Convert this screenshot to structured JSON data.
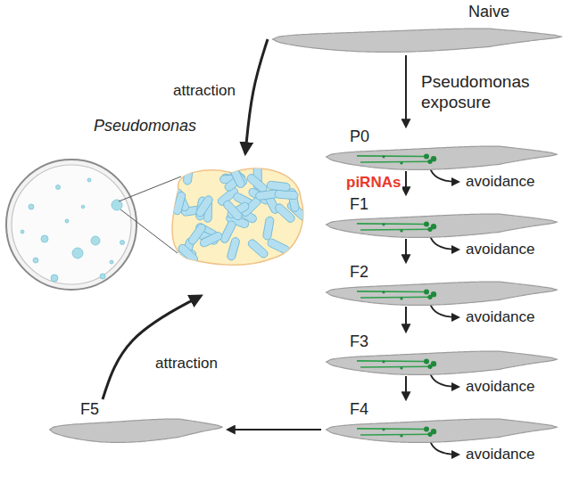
{
  "diagram": {
    "nodes": [
      {
        "text": [
          "Naive"
        ]
      },
      {
        "text": [
          "Pseudomonas"
        ]
      },
      {
        "text": [
          "P0"
        ]
      },
      {
        "text": [
          "F1"
        ]
      },
      {
        "text": [
          "F2"
        ]
      },
      {
        "text": [
          "F3"
        ]
      },
      {
        "text": [
          "F4"
        ]
      },
      {
        "text": [
          "F5"
        ]
      }
    ],
    "edges": [
      {
        "from": 0,
        "to": 2,
        "arrow": "to",
        "label": "Pseudomonas exposure"
      },
      {
        "from": 2,
        "to": 3,
        "arrow": "to",
        "label": "piRNAs"
      },
      {
        "from": 3,
        "to": 4,
        "arrow": "to"
      },
      {
        "from": 4,
        "to": 5,
        "arrow": "to"
      },
      {
        "from": 5,
        "to": 6,
        "arrow": "to"
      },
      {
        "from": 6,
        "to": 7,
        "arrow": "to"
      },
      {
        "from": 0,
        "to": 1,
        "arrow": "to",
        "label": "attraction"
      },
      {
        "from": 7,
        "to": 1,
        "arrow": "to",
        "label": "attraction"
      }
    ],
    "labels": [
      "avoidance",
      "avoidance",
      "avoidance",
      "avoidance",
      "avoidance"
    ]
  }
}
